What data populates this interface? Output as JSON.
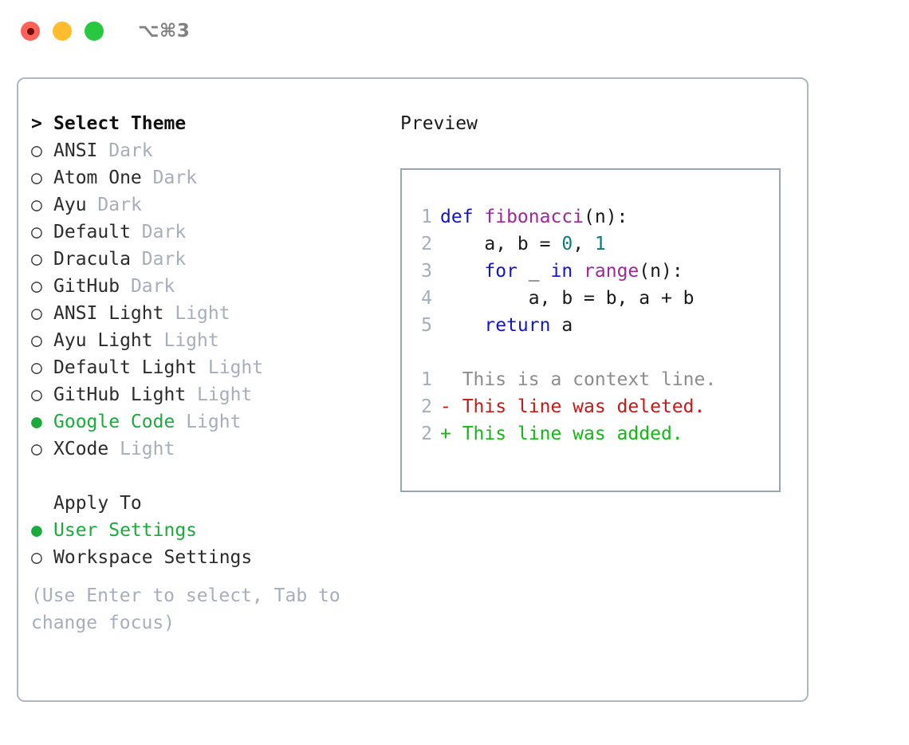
{
  "titlebar": {
    "shortcut": "⌥⌘3",
    "buttons": [
      {
        "name": "close",
        "color": "#ff6058"
      },
      {
        "name": "minimize",
        "color": "#ffbd2e"
      },
      {
        "name": "maximize",
        "color": "#28c840"
      }
    ]
  },
  "left": {
    "header_marker": ">",
    "header_label": "Select Theme",
    "themes": [
      {
        "marker": "○",
        "name": "ANSI",
        "kind": "Dark",
        "selected": false
      },
      {
        "marker": "○",
        "name": "Atom One",
        "kind": "Dark",
        "selected": false
      },
      {
        "marker": "○",
        "name": "Ayu",
        "kind": "Dark",
        "selected": false
      },
      {
        "marker": "○",
        "name": "Default",
        "kind": "Dark",
        "selected": false
      },
      {
        "marker": "○",
        "name": "Dracula",
        "kind": "Dark",
        "selected": false
      },
      {
        "marker": "○",
        "name": "GitHub",
        "kind": "Dark",
        "selected": false
      },
      {
        "marker": "○",
        "name": "ANSI Light",
        "kind": "Light",
        "selected": false
      },
      {
        "marker": "○",
        "name": "Ayu Light",
        "kind": "Light",
        "selected": false
      },
      {
        "marker": "○",
        "name": "Default Light",
        "kind": "Light",
        "selected": false
      },
      {
        "marker": "○",
        "name": "GitHub Light",
        "kind": "Light",
        "selected": false
      },
      {
        "marker": "●",
        "name": "Google Code",
        "kind": "Light",
        "selected": true
      },
      {
        "marker": "○",
        "name": "XCode",
        "kind": "Light",
        "selected": false
      }
    ],
    "apply_to": {
      "heading": "Apply To",
      "options": [
        {
          "marker": "●",
          "label": "User Settings",
          "selected": true
        },
        {
          "marker": "○",
          "label": "Workspace Settings",
          "selected": false
        }
      ]
    },
    "hint": "(Use Enter to select, Tab to change focus)"
  },
  "right": {
    "title": "Preview",
    "code_lines": [
      {
        "no": "1",
        "tokens": [
          {
            "t": "def ",
            "c": "kw"
          },
          {
            "t": "fibonacci",
            "c": "fn"
          },
          {
            "t": "(n):",
            "c": "plain"
          }
        ]
      },
      {
        "no": "2",
        "tokens": [
          {
            "t": "    a, b = ",
            "c": "plain"
          },
          {
            "t": "0",
            "c": "num"
          },
          {
            "t": ", ",
            "c": "plain"
          },
          {
            "t": "1",
            "c": "num"
          }
        ]
      },
      {
        "no": "3",
        "tokens": [
          {
            "t": "    ",
            "c": "plain"
          },
          {
            "t": "for",
            "c": "kw"
          },
          {
            "t": " _ ",
            "c": "plain"
          },
          {
            "t": "in",
            "c": "kw"
          },
          {
            "t": " ",
            "c": "plain"
          },
          {
            "t": "range",
            "c": "fn"
          },
          {
            "t": "(n):",
            "c": "plain"
          }
        ]
      },
      {
        "no": "4",
        "tokens": [
          {
            "t": "        a, b = b, a + b",
            "c": "plain"
          }
        ]
      },
      {
        "no": "5",
        "tokens": [
          {
            "t": "    ",
            "c": "plain"
          },
          {
            "t": "return",
            "c": "kw"
          },
          {
            "t": " a",
            "c": "plain"
          }
        ]
      }
    ],
    "diff_lines": [
      {
        "no": "1",
        "text": "  This is a context line.",
        "kind": "ctx"
      },
      {
        "no": "2",
        "text": "- This line was deleted.",
        "kind": "del"
      },
      {
        "no": "2",
        "text": "+ This line was added.",
        "kind": "add"
      }
    ]
  },
  "colors": {
    "accent_green": "#1aab3c",
    "muted": "#a7aebb",
    "border": "#aeb7c2",
    "keyword": "#1414c8",
    "function": "#a0279b",
    "number": "#0e7a7a",
    "diff_delete": "#c21b17",
    "diff_add": "#14b814"
  }
}
